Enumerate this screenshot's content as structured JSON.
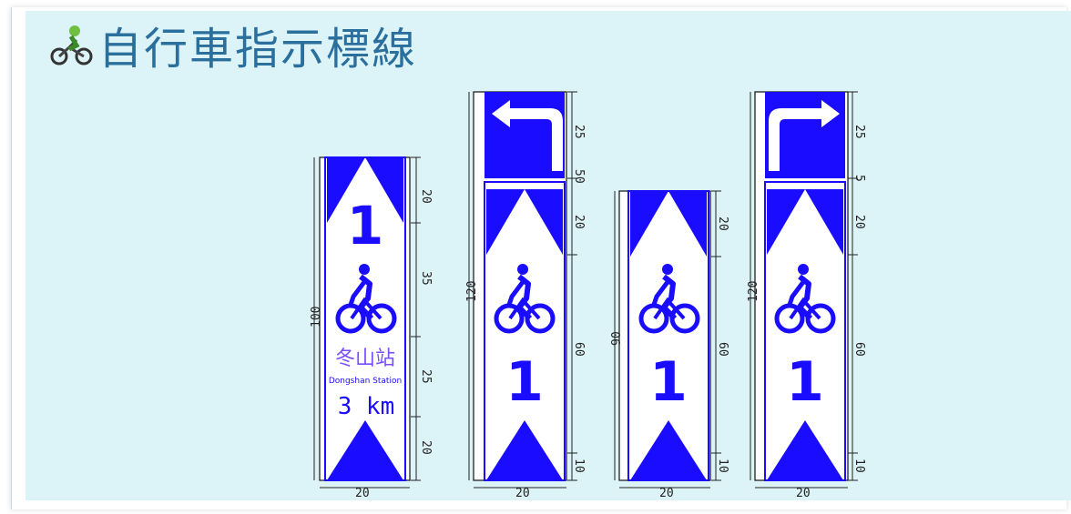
{
  "title": "自行車指示標線",
  "colors": {
    "blue": "#1a0dff",
    "white": "#ffffff",
    "panel": "#dcf3f8",
    "title": "#2b6f9c"
  },
  "signs": [
    {
      "number": "1",
      "station_cn": "冬山站",
      "station_en": "Dongshan Station",
      "distance": "3 km",
      "dims": {
        "total": "100",
        "width": "20",
        "top": "20",
        "mid": "35",
        "label": "25",
        "bottom": "20"
      }
    },
    {
      "number": "1",
      "arrow": "left",
      "dims": {
        "total": "120",
        "width": "20",
        "arrow": "25",
        "gap": "50",
        "top": "20",
        "mid": "60",
        "bottom": "10"
      }
    },
    {
      "number": "1",
      "dims": {
        "total": "90",
        "width": "20",
        "top": "20",
        "mid": "60",
        "bottom": "10"
      }
    },
    {
      "number": "1",
      "arrow": "right",
      "dims": {
        "total": "120",
        "width": "20",
        "arrow": "25",
        "gap": "5",
        "top": "20",
        "mid": "60",
        "bottom": "10"
      }
    }
  ]
}
